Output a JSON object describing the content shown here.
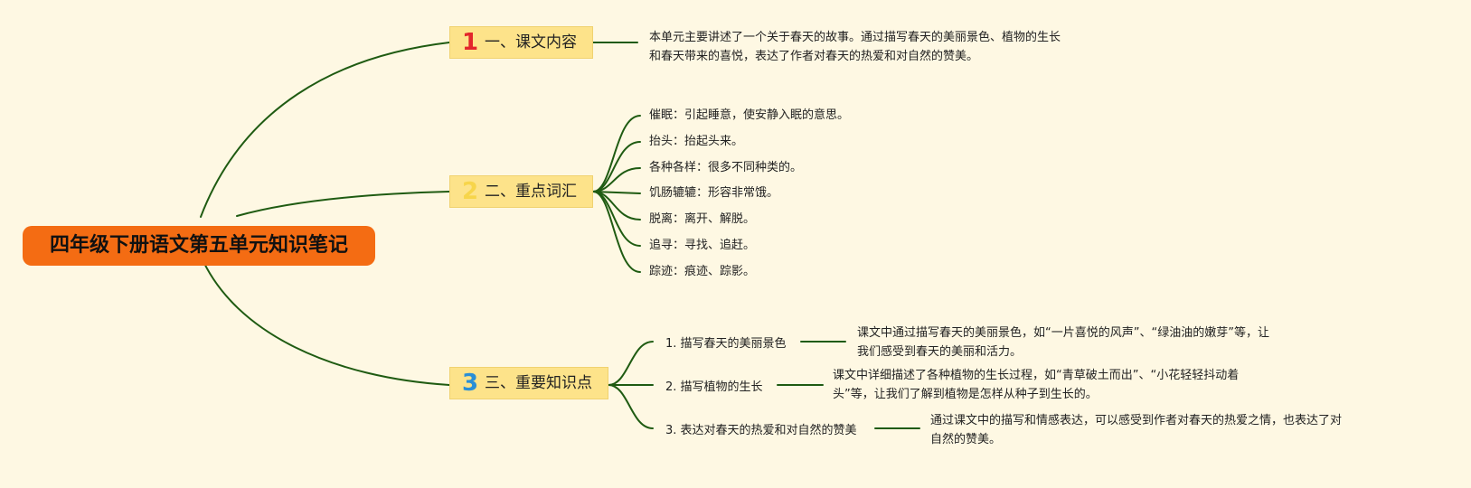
{
  "root": {
    "title": "四年级下册语文第五单元知识笔记"
  },
  "branch1": {
    "num": "1",
    "label": "一、课文内容",
    "num_color": "#e3262b",
    "lines": [
      "本单元主要讲述了一个关于春天的故事。通过描写春天的美丽景色、植物的生长",
      "和春天带来的喜悦，表达了作者对春天的热爱和对自然的赞美。"
    ]
  },
  "branch2": {
    "num": "2",
    "label": "二、重点词汇",
    "num_color": "#f7d54a",
    "items": [
      "催眠：引起睡意，使安静入眠的意思。",
      "抬头：抬起头来。",
      "各种各样：很多不同种类的。",
      "饥肠辘辘：形容非常饿。",
      "脱离：离开、解脱。",
      "追寻：寻找、追赶。",
      "踪迹：痕迹、踪影。"
    ]
  },
  "branch3": {
    "num": "3",
    "label": "三、重要知识点",
    "num_color": "#2a8fd6",
    "points": [
      {
        "title": "1. 描写春天的美丽景色",
        "detail": [
          "课文中通过描写春天的美丽景色，如“一片喜悦的风声”、“绿油油的嫩芽”等，让",
          "我们感受到春天的美丽和活力。"
        ]
      },
      {
        "title": "2. 描写植物的生长",
        "detail": [
          "课文中详细描述了各种植物的生长过程，如“青草破土而出”、“小花轻轻抖动着",
          "头”等，让我们了解到植物是怎样从种子到生长的。"
        ]
      },
      {
        "title": "3. 表达对春天的热爱和对自然的赞美",
        "detail": [
          "通过课文中的描写和情感表达，可以感受到作者对春天的热爱之情，也表达了对",
          "自然的赞美。"
        ]
      }
    ]
  },
  "colors": {
    "line": "#1f5b12",
    "background": "#fef8e3"
  }
}
